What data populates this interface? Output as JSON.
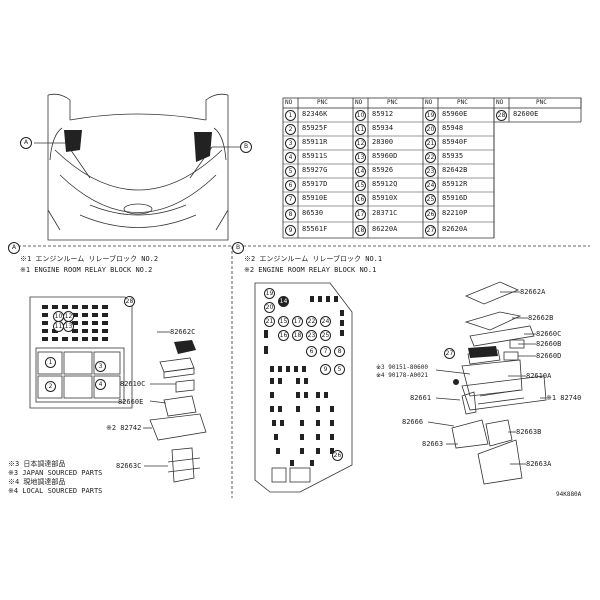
{
  "table": {
    "headers": [
      {
        "no": "NO",
        "pnc": "PNC"
      },
      {
        "no": "NO",
        "pnc": "PNC"
      },
      {
        "no": "NO",
        "pnc": "PNC"
      },
      {
        "no": "NO",
        "pnc": "PNC"
      }
    ],
    "columns": [
      [
        {
          "no": "1",
          "pnc": "82346K"
        },
        {
          "no": "2",
          "pnc": "85925F"
        },
        {
          "no": "3",
          "pnc": "85911R"
        },
        {
          "no": "4",
          "pnc": "85911S"
        },
        {
          "no": "5",
          "pnc": "85927G"
        },
        {
          "no": "6",
          "pnc": "85917D"
        },
        {
          "no": "7",
          "pnc": "85910E"
        },
        {
          "no": "8",
          "pnc": "86530"
        },
        {
          "no": "9",
          "pnc": "85561F"
        }
      ],
      [
        {
          "no": "10",
          "pnc": "85912"
        },
        {
          "no": "11",
          "pnc": "85934"
        },
        {
          "no": "12",
          "pnc": "28300"
        },
        {
          "no": "13",
          "pnc": "85960D"
        },
        {
          "no": "14",
          "pnc": "85926"
        },
        {
          "no": "15",
          "pnc": "85912Q"
        },
        {
          "no": "16",
          "pnc": "85910X"
        },
        {
          "no": "17",
          "pnc": "28371C"
        },
        {
          "no": "18",
          "pnc": "86220A"
        }
      ],
      [
        {
          "no": "19",
          "pnc": "85960E"
        },
        {
          "no": "20",
          "pnc": "85948"
        },
        {
          "no": "21",
          "pnc": "85940F"
        },
        {
          "no": "22",
          "pnc": "85935"
        },
        {
          "no": "23",
          "pnc": "82642B"
        },
        {
          "no": "24",
          "pnc": "85912R"
        },
        {
          "no": "25",
          "pnc": "85916D"
        },
        {
          "no": "26",
          "pnc": "82210P"
        },
        {
          "no": "27",
          "pnc": "82620A"
        }
      ],
      [
        {
          "no": "28",
          "pnc": "82600E"
        }
      ]
    ]
  },
  "view_labels": {
    "a": "A",
    "b": "B"
  },
  "section_a": {
    "title_jp": "※1 エンジンルーム リレーブロック NO.2",
    "title_en": "※1 ENGINE ROOM RELAY BLOCK NO.2",
    "callout": "28",
    "parts": [
      "82662C",
      "82610C",
      "82660E",
      "※2 82742",
      "82663C"
    ],
    "notes": [
      "※3 日本調達部品",
      "※3 JAPAN SOURCED PARTS",
      "※4 現地調達部品",
      "※4 LOCAL SOURCED PARTS"
    ]
  },
  "section_b": {
    "title_jp": "※2 エンジンルーム リレーブロック NO.1",
    "title_en": "※2 ENGINE ROOM RELAY BLOCK NO.1",
    "callouts": [
      "27",
      "26",
      "9"
    ],
    "parts": [
      "82662A",
      "82662B",
      "82660C",
      "82660B",
      "82660D",
      "82610A",
      "※1 82740",
      "82661",
      "82666",
      "82663",
      "82663B",
      "82663A"
    ],
    "sub_parts": [
      "※3 90151-80600",
      "※4 90178-A0021"
    ]
  },
  "fig_id": "94K880A"
}
